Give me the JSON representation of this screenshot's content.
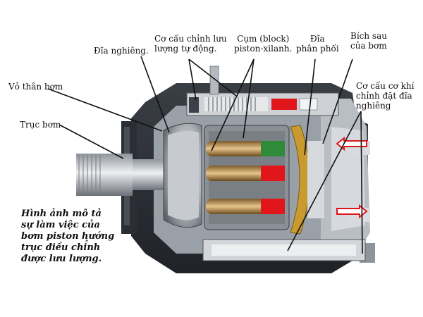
{
  "labels": {
    "vo_than_bom": "Vỏ thân bơm",
    "truc_bom": "Trục bơm",
    "dia_nghieng": "Đĩa nghiêng.",
    "co_cau_chinh_luu_luong": [
      "Cơ cấu chỉnh lưu",
      "lượng tự động."
    ],
    "cum_block": [
      "Cụm (block)",
      "piston-xilanh."
    ],
    "dia_phan_phoi": [
      "Đĩa",
      "phân phối"
    ],
    "bich_sau": [
      "Bích sau",
      "của bơm"
    ],
    "co_cau_co_khi": [
      "Cơ cấu cơ khí",
      "chỉnh đặt đĩa",
      "nghiêng"
    ]
  },
  "caption": [
    "Hình ảnh mô tả",
    "sự làm việc của",
    "bơm piston hướng",
    "trục điều chỉnh",
    "được lưu lượng."
  ],
  "colors": {
    "housing_dark": "#2a2d33",
    "inner_gray": "#c9ced4",
    "brass": "#c99a2e",
    "piston": "#b8925a",
    "red": "#e0161b",
    "green": "#2f8a3a"
  }
}
